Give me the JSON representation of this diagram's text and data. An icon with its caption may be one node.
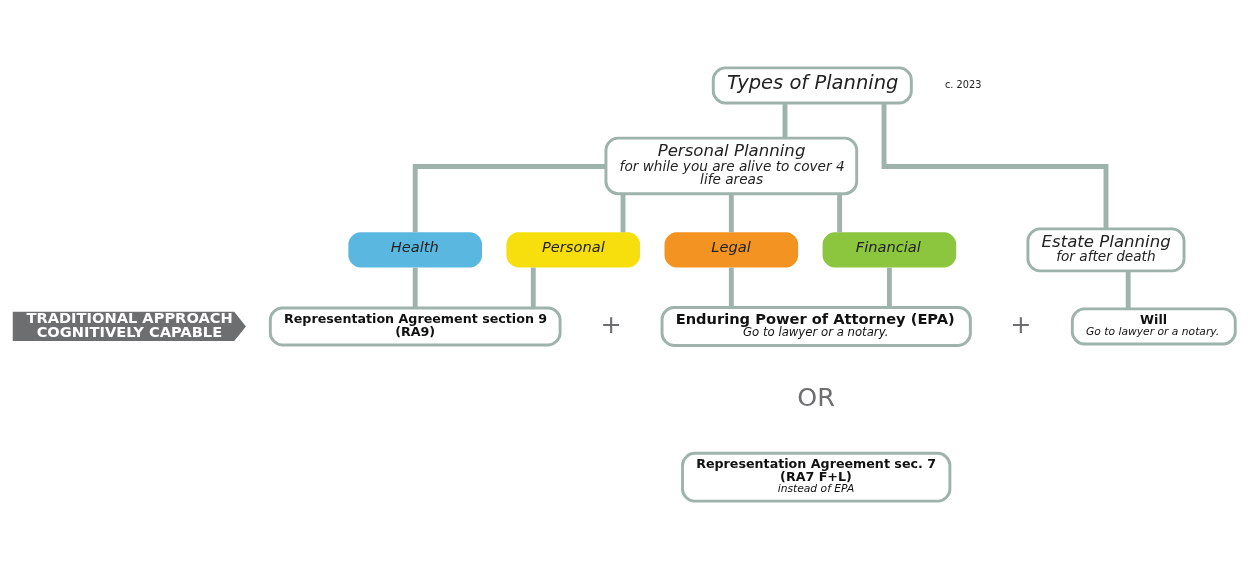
{
  "diagram": {
    "nodes": [
      {
        "text": [
          "Types of Planning"
        ]
      },
      {
        "text": [
          "Personal Planning",
          "for while you are alive to cover 4 life areas"
        ]
      },
      {
        "text": [
          "Estate Planning",
          "for after death"
        ]
      },
      {
        "text": [
          "Health"
        ]
      },
      {
        "text": [
          "Personal"
        ]
      },
      {
        "text": [
          "Legal"
        ]
      },
      {
        "text": [
          "Financial"
        ]
      },
      {
        "text": [
          "TRADITIONAL APPROACH COGNITIVELY CAPABLE"
        ]
      },
      {
        "text": [
          "Representation Agreement section 9 (RA9)"
        ]
      },
      {
        "text": [
          "Enduring Power of Attorney (EPA)",
          "Go to lawyer or a notary."
        ]
      },
      {
        "text": [
          "Representation Agreement sec. 7 (RA7 F+L)",
          "instead of EPA"
        ]
      },
      {
        "text": [
          "Will",
          "Go to lawyer or a notary."
        ]
      }
    ],
    "edges": [
      {
        "from": 0,
        "to": 1,
        "arrow": "none"
      },
      {
        "from": 0,
        "to": 2,
        "arrow": "none"
      },
      {
        "from": 1,
        "to": 3,
        "arrow": "none"
      },
      {
        "from": 1,
        "to": 4,
        "arrow": "none"
      },
      {
        "from": 1,
        "to": 5,
        "arrow": "none"
      },
      {
        "from": 1,
        "to": 6,
        "arrow": "none"
      },
      {
        "from": 3,
        "to": 8,
        "arrow": "none"
      },
      {
        "from": 4,
        "to": 8,
        "arrow": "none"
      },
      {
        "from": 5,
        "to": 9,
        "arrow": "none"
      },
      {
        "from": 6,
        "to": 9,
        "arrow": "none"
      },
      {
        "from": 2,
        "to": 11,
        "arrow": "none"
      }
    ],
    "labels": [
      "c. 2023",
      "+",
      "OR",
      "+"
    ]
  }
}
